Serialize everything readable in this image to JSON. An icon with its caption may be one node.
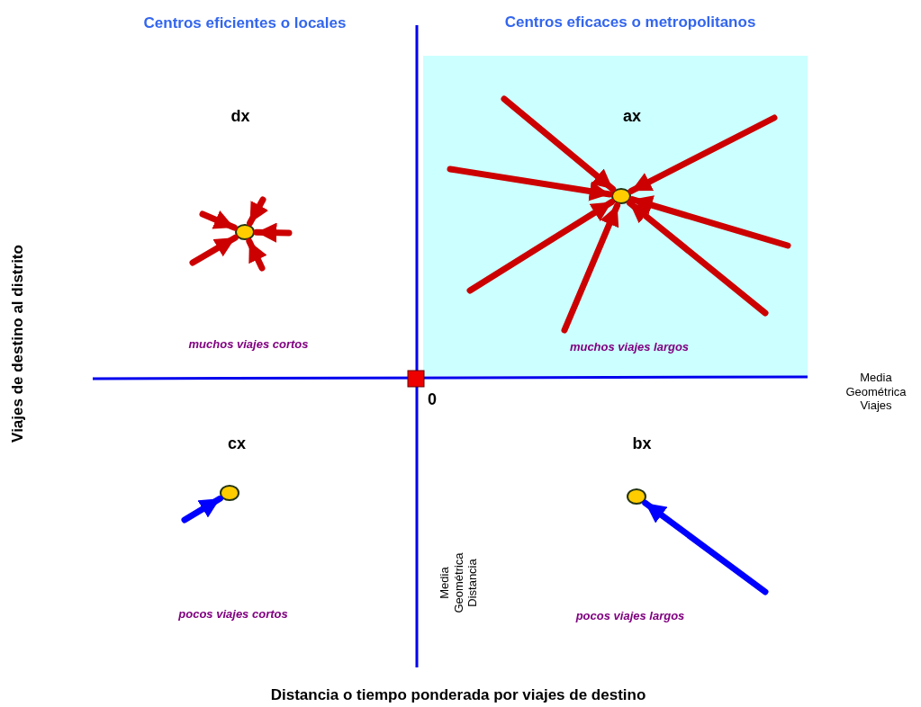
{
  "diagram": {
    "nodes": [
      {
        "text": [],
        "shape": "circle"
      },
      {
        "text": [],
        "shape": "circle"
      },
      {
        "text": [],
        "shape": "circle"
      },
      {
        "text": [],
        "shape": "circle"
      }
    ],
    "edges": [
      {
        "from": null,
        "to": 0,
        "arrow": "to"
      },
      {
        "from": null,
        "to": 0,
        "arrow": "to"
      },
      {
        "from": null,
        "to": 0,
        "arrow": "to"
      },
      {
        "from": null,
        "to": 0,
        "arrow": "to"
      },
      {
        "from": null,
        "to": 0,
        "arrow": "to"
      },
      {
        "from": null,
        "to": 1,
        "arrow": "to"
      },
      {
        "from": null,
        "to": 1,
        "arrow": "to"
      },
      {
        "from": null,
        "to": 1,
        "arrow": "to"
      },
      {
        "from": null,
        "to": 1,
        "arrow": "to"
      },
      {
        "from": null,
        "to": 1,
        "arrow": "to"
      },
      {
        "from": null,
        "to": 1,
        "arrow": "to"
      },
      {
        "from": null,
        "to": 1,
        "arrow": "to"
      },
      {
        "from": null,
        "to": 2,
        "arrow": "to",
        "color": "#0000ff"
      },
      {
        "from": null,
        "to": 3,
        "arrow": "to",
        "color": "#0000ff"
      }
    ],
    "labels": [
      "Centros eficientes o locales",
      "Centros eficaces o metropolitanos",
      "dx",
      "ax",
      "muchos viajes cortos",
      "muchos viajes largos",
      "Media Geométrica Viajes",
      "0",
      "cx",
      "bx",
      "Media Geométrica Distancia",
      "pocos viajes cortos",
      "pocos viajes largos",
      "Viajes de destino al distrito",
      "Distancia o tiempo ponderada por viajes de destino"
    ]
  }
}
